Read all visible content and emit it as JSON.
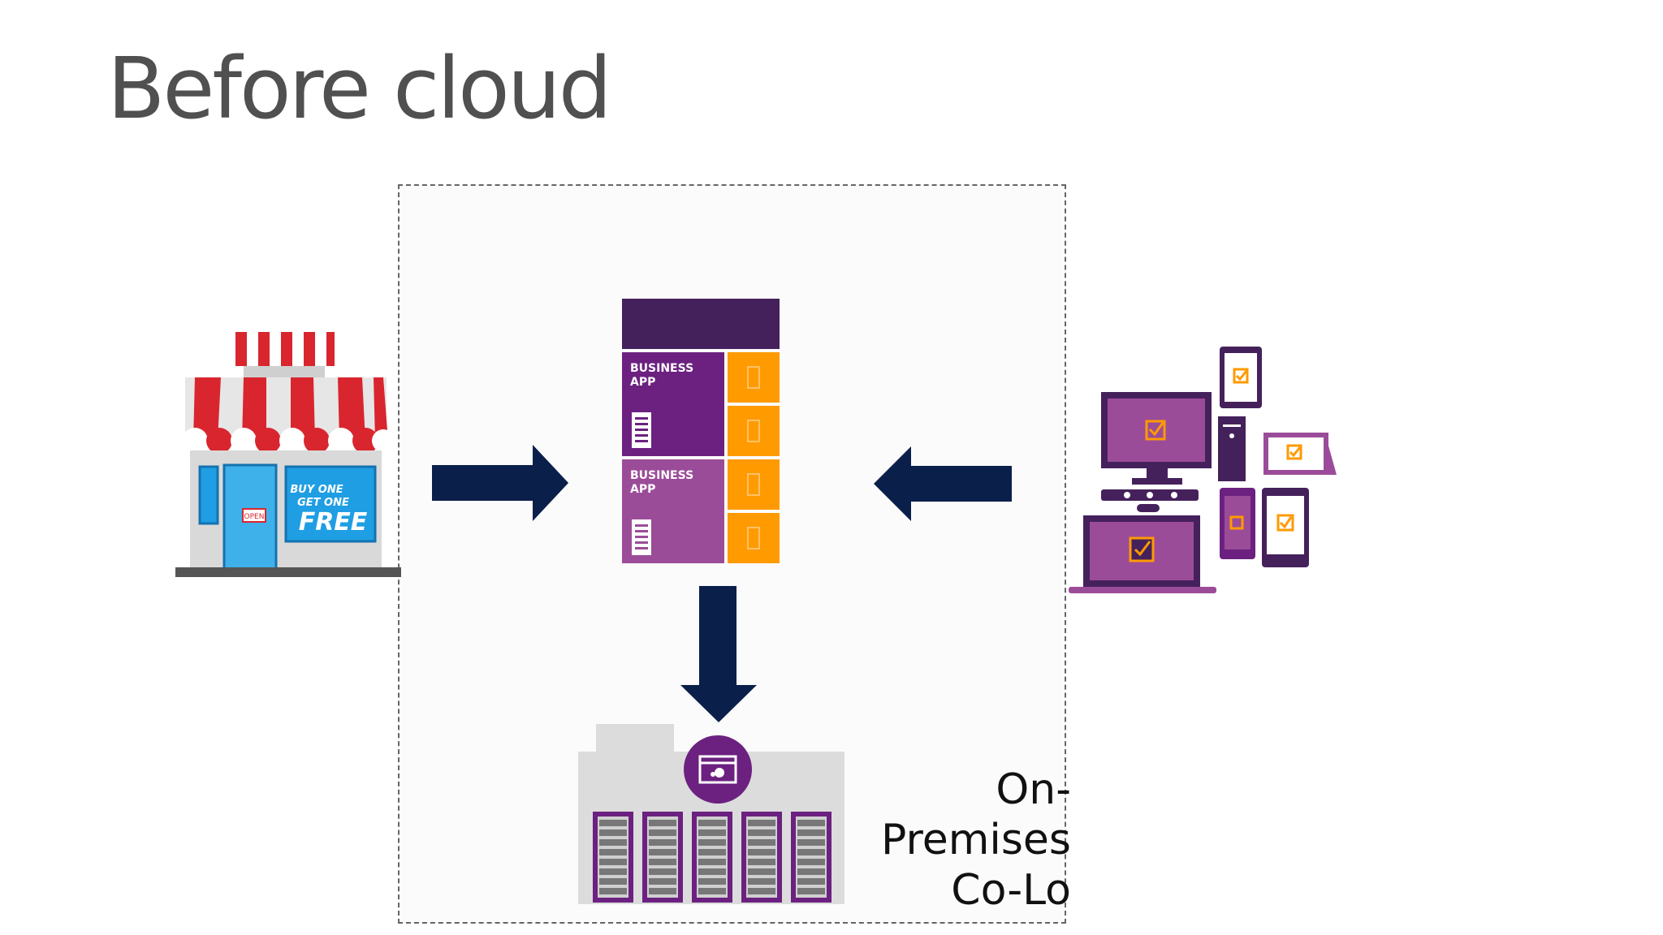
{
  "slide": {
    "title": "Before cloud"
  },
  "boundary": {
    "label_lines": [
      "On-",
      "Premises",
      "Co-Lo"
    ]
  },
  "store": {
    "sign_line1": "BUY ONE",
    "sign_line2": "GET ONE",
    "sign_line3": "FREE",
    "door_tag": "OPEN"
  },
  "app_stack": {
    "tiles": [
      {
        "label_line1": "BUSINESS",
        "label_line2": "APP"
      },
      {
        "label_line1": "BUSINESS",
        "label_line2": "APP"
      }
    ]
  },
  "colors": {
    "arrow": "#0b1f4b",
    "purple_dark": "#45215c",
    "purple_mid": "#6c2180",
    "purple_light": "#9b4c99",
    "orange": "#ff9a00",
    "awning_red": "#d9262e",
    "sign_blue": "#1f9ee3",
    "gray_building": "#dcdcdc"
  }
}
